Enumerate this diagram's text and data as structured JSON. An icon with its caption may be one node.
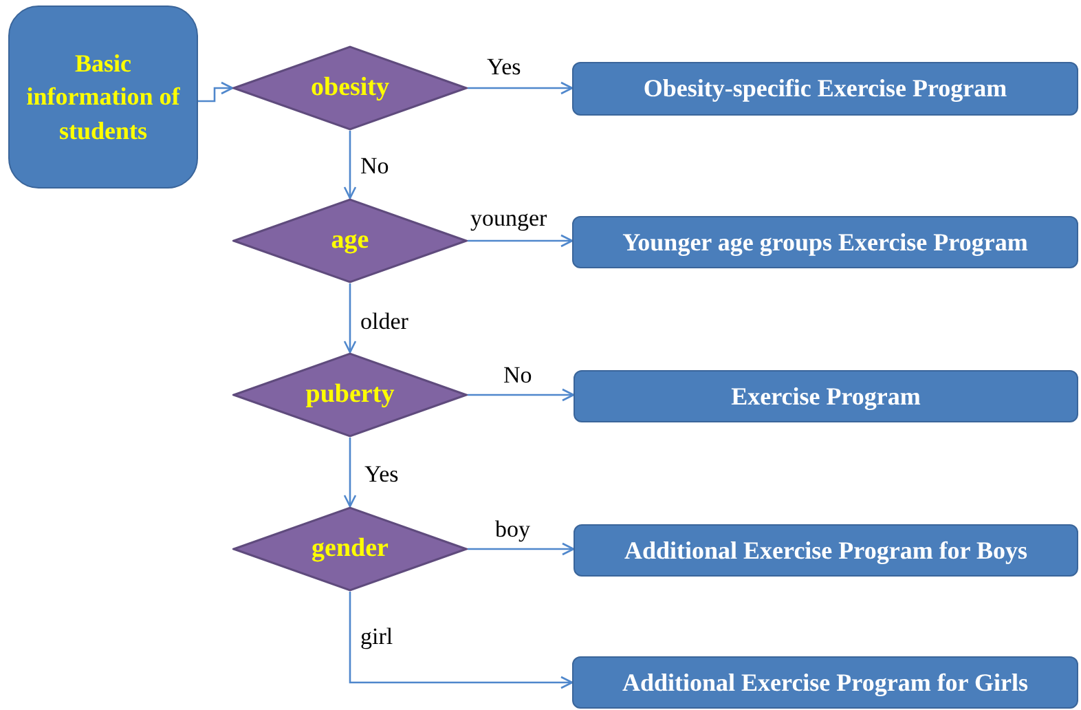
{
  "diagram": {
    "nodes": [
      {
        "text": [
          "Basic information of students"
        ]
      },
      {
        "text": [
          "obesity"
        ]
      },
      {
        "text": [
          "Obesity-specific Exercise Program"
        ]
      },
      {
        "text": [
          "age"
        ]
      },
      {
        "text": [
          "Younger age groups Exercise Program"
        ]
      },
      {
        "text": [
          "puberty"
        ]
      },
      {
        "text": [
          "Exercise Program"
        ]
      },
      {
        "text": [
          "gender"
        ]
      },
      {
        "text": [
          "Additional Exercise Program for Boys"
        ]
      },
      {
        "text": [
          "Additional Exercise Program for Girls"
        ]
      }
    ],
    "edges": [
      {
        "from": 0,
        "to": 1,
        "arrow": "to"
      },
      {
        "from": 1,
        "to": 2,
        "arrow": "to",
        "label": "Yes"
      },
      {
        "from": 1,
        "to": 3,
        "arrow": "to",
        "label": "No"
      },
      {
        "from": 3,
        "to": 4,
        "arrow": "to",
        "label": "younger"
      },
      {
        "from": 3,
        "to": 5,
        "arrow": "to",
        "label": "older"
      },
      {
        "from": 5,
        "to": 6,
        "arrow": "to",
        "label": "No"
      },
      {
        "from": 5,
        "to": 7,
        "arrow": "to",
        "label": "Yes"
      },
      {
        "from": 7,
        "to": 8,
        "arrow": "to",
        "label": "boy"
      },
      {
        "from": 7,
        "to": 9,
        "arrow": "to",
        "label": "girl"
      }
    ]
  }
}
